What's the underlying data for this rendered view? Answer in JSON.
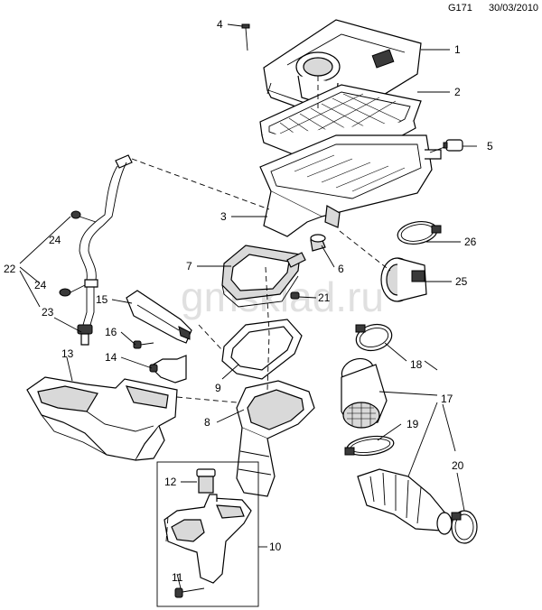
{
  "header": {
    "code": "G171",
    "date": "30/03/2010"
  },
  "watermark": "gmsklad.ru",
  "callouts": [
    {
      "id": "c1",
      "label": "1"
    },
    {
      "id": "c2",
      "label": "2"
    },
    {
      "id": "c3",
      "label": "3"
    },
    {
      "id": "c4",
      "label": "4"
    },
    {
      "id": "c5",
      "label": "5"
    },
    {
      "id": "c6",
      "label": "6"
    },
    {
      "id": "c7",
      "label": "7"
    },
    {
      "id": "c8",
      "label": "8"
    },
    {
      "id": "c9",
      "label": "9"
    },
    {
      "id": "c10",
      "label": "10"
    },
    {
      "id": "c11",
      "label": "11"
    },
    {
      "id": "c12",
      "label": "12"
    },
    {
      "id": "c13",
      "label": "13"
    },
    {
      "id": "c14",
      "label": "14"
    },
    {
      "id": "c15",
      "label": "15"
    },
    {
      "id": "c16",
      "label": "16"
    },
    {
      "id": "c17",
      "label": "17"
    },
    {
      "id": "c18",
      "label": "18"
    },
    {
      "id": "c19",
      "label": "19"
    },
    {
      "id": "c20",
      "label": "20"
    },
    {
      "id": "c21",
      "label": "21"
    },
    {
      "id": "c22",
      "label": "22"
    },
    {
      "id": "c23",
      "label": "23"
    },
    {
      "id": "c24a",
      "label": "24"
    },
    {
      "id": "c24b",
      "label": "24"
    },
    {
      "id": "c25",
      "label": "25"
    },
    {
      "id": "c26",
      "label": "26"
    }
  ]
}
